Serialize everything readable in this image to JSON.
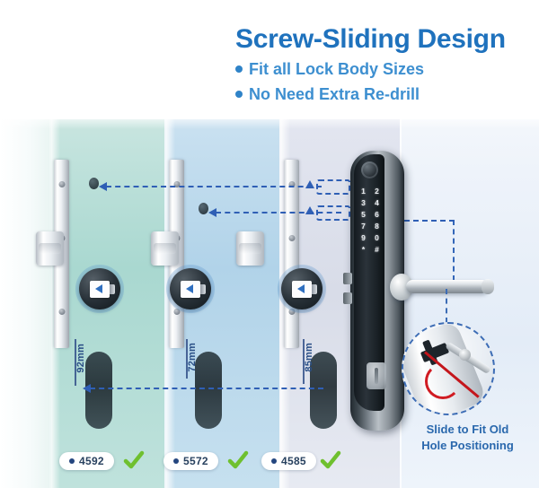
{
  "headline": {
    "title": "Screw-Sliding Design",
    "bullets": [
      "Fit all Lock Body Sizes",
      "No Need Extra Re-drill"
    ]
  },
  "panels": [
    {
      "id": "panel-a",
      "model": "4592",
      "dimension": "92mm",
      "door_color": "#a9d8d0",
      "status_icon": "green-check"
    },
    {
      "id": "panel-b",
      "model": "5572",
      "dimension": "72mm",
      "door_color": "#b1d3e9",
      "status_icon": "green-check"
    },
    {
      "id": "panel-c",
      "model": "4585",
      "dimension": "85mm",
      "door_color": "#d8dce8",
      "status_icon": "green-check"
    }
  ],
  "callout": {
    "line1": "Slide to Fit Old",
    "line2": "Hole Positioning"
  },
  "smartlock": {
    "keypad": [
      "1",
      "2",
      "3",
      "4",
      "5",
      "6",
      "7",
      "8",
      "9",
      "0",
      "*",
      "#"
    ],
    "fingerprint_icon": "fingerprint-reader",
    "keyhole_icon": "key-cylinder-icon",
    "handle_icon": "lever-handle"
  },
  "colors": {
    "headline_blue": "#1f72bd",
    "bullet_blue": "#3d8fd0",
    "dash_blue": "#2f5fb5",
    "check_green": "#6fc02f",
    "red_accent": "#c4161c",
    "chip_text": "#28415f"
  },
  "icons": {
    "lock_body_badge": "lock-body-arrow-icon",
    "align_arrow": "alignment-arrow-icon",
    "slot_marker": "adjustable-slot-icon",
    "magnifier": "magnifier-inset"
  }
}
